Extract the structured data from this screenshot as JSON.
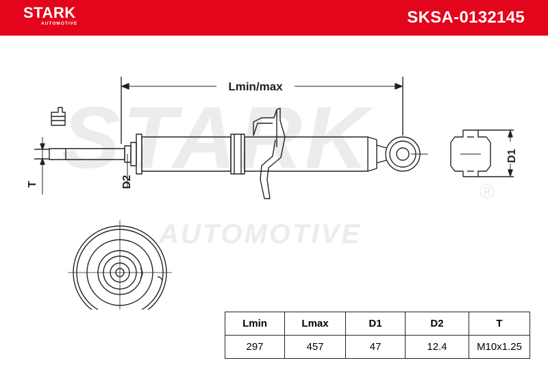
{
  "header": {
    "brand": "STARK",
    "brand_sub": "AUTOMOTIVE",
    "part_number": "SKSA-0132145",
    "background_color": "#e3051b"
  },
  "watermark": {
    "brand": "STARK",
    "sub": "AUTOMOTIVE",
    "registered": "®"
  },
  "dimension_labels": {
    "length": "Lmin/max",
    "d1": "D1",
    "d2": "D2",
    "t": "T"
  },
  "specs": {
    "headers": [
      "Lmin",
      "Lmax",
      "D1",
      "D2",
      "T"
    ],
    "values": [
      "297",
      "457",
      "47",
      "12.4",
      "M10x1.25"
    ]
  }
}
